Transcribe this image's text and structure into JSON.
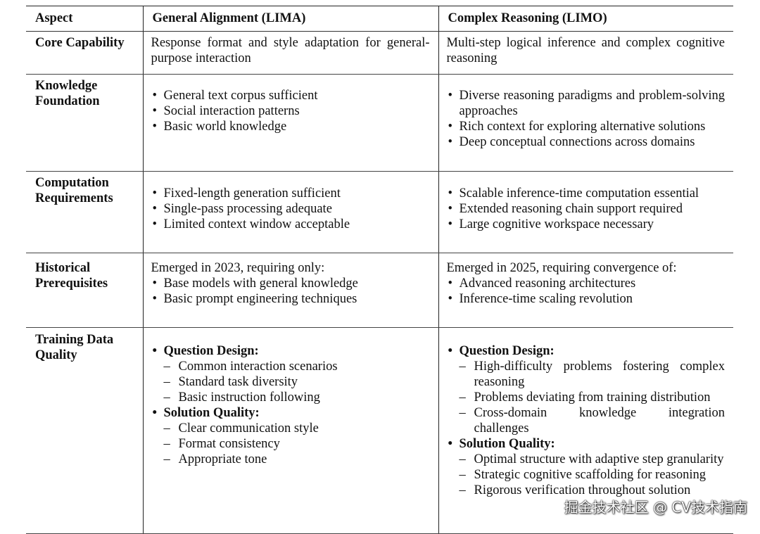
{
  "header": {
    "aspect": "Aspect",
    "col1": "General Alignment (LIMA)",
    "col2": "Complex Reasoning (LIMO)"
  },
  "rows": [
    {
      "aspect_lines": [
        "Core Capability"
      ],
      "general": {
        "text": "Response format and style adaptation for general-purpose interaction"
      },
      "complex": {
        "text": "Multi-step logical inference and complex cognitive reasoning"
      }
    },
    {
      "aspect_lines": [
        "Knowledge",
        "Foundation"
      ],
      "general": {
        "bullets": [
          "General text corpus sufficient",
          "Social interaction patterns",
          "Basic world knowledge"
        ]
      },
      "complex": {
        "bullets": [
          "Diverse reasoning paradigms and problem-solving approaches",
          "Rich context for exploring alternative solutions",
          "Deep conceptual connections across domains"
        ]
      }
    },
    {
      "aspect_lines": [
        "Computation",
        "Requirements"
      ],
      "general": {
        "bullets": [
          "Fixed-length generation sufficient",
          "Single-pass processing adequate",
          "Limited context window acceptable"
        ]
      },
      "complex": {
        "bullets": [
          "Scalable inference-time computation essential",
          "Extended reasoning chain support required",
          "Large cognitive workspace necessary"
        ]
      }
    },
    {
      "aspect_lines": [
        "Historical",
        "Prerequisites"
      ],
      "general": {
        "intro": "Emerged in 2023, requiring only:",
        "bullets": [
          "Base models with general knowledge",
          "Basic prompt engineering techniques"
        ]
      },
      "complex": {
        "intro": "Emerged in 2025, requiring convergence of:",
        "bullets": [
          "Advanced reasoning architectures",
          "Inference-time scaling revolution"
        ]
      }
    },
    {
      "aspect_lines": [
        "Training Data",
        "Quality"
      ],
      "general": {
        "groups": [
          {
            "title": "Question Design:",
            "items": [
              "Common interaction scenarios",
              "Standard task diversity",
              "Basic instruction following"
            ]
          },
          {
            "title": "Solution Quality:",
            "items": [
              "Clear communication style",
              "Format consistency",
              "Appropriate tone"
            ]
          }
        ]
      },
      "complex": {
        "groups": [
          {
            "title": "Question Design:",
            "items": [
              "High-difficulty problems fostering complex reasoning",
              "Problems deviating from training distribution",
              "Cross-domain knowledge integration challenges"
            ]
          },
          {
            "title": "Solution Quality:",
            "items": [
              "Optimal structure with adaptive step granularity",
              "Strategic cognitive scaffolding for reasoning",
              "Rigorous verification throughout solution"
            ]
          }
        ]
      }
    }
  ],
  "watermark": "掘金技术社区 @ CV技术指南"
}
